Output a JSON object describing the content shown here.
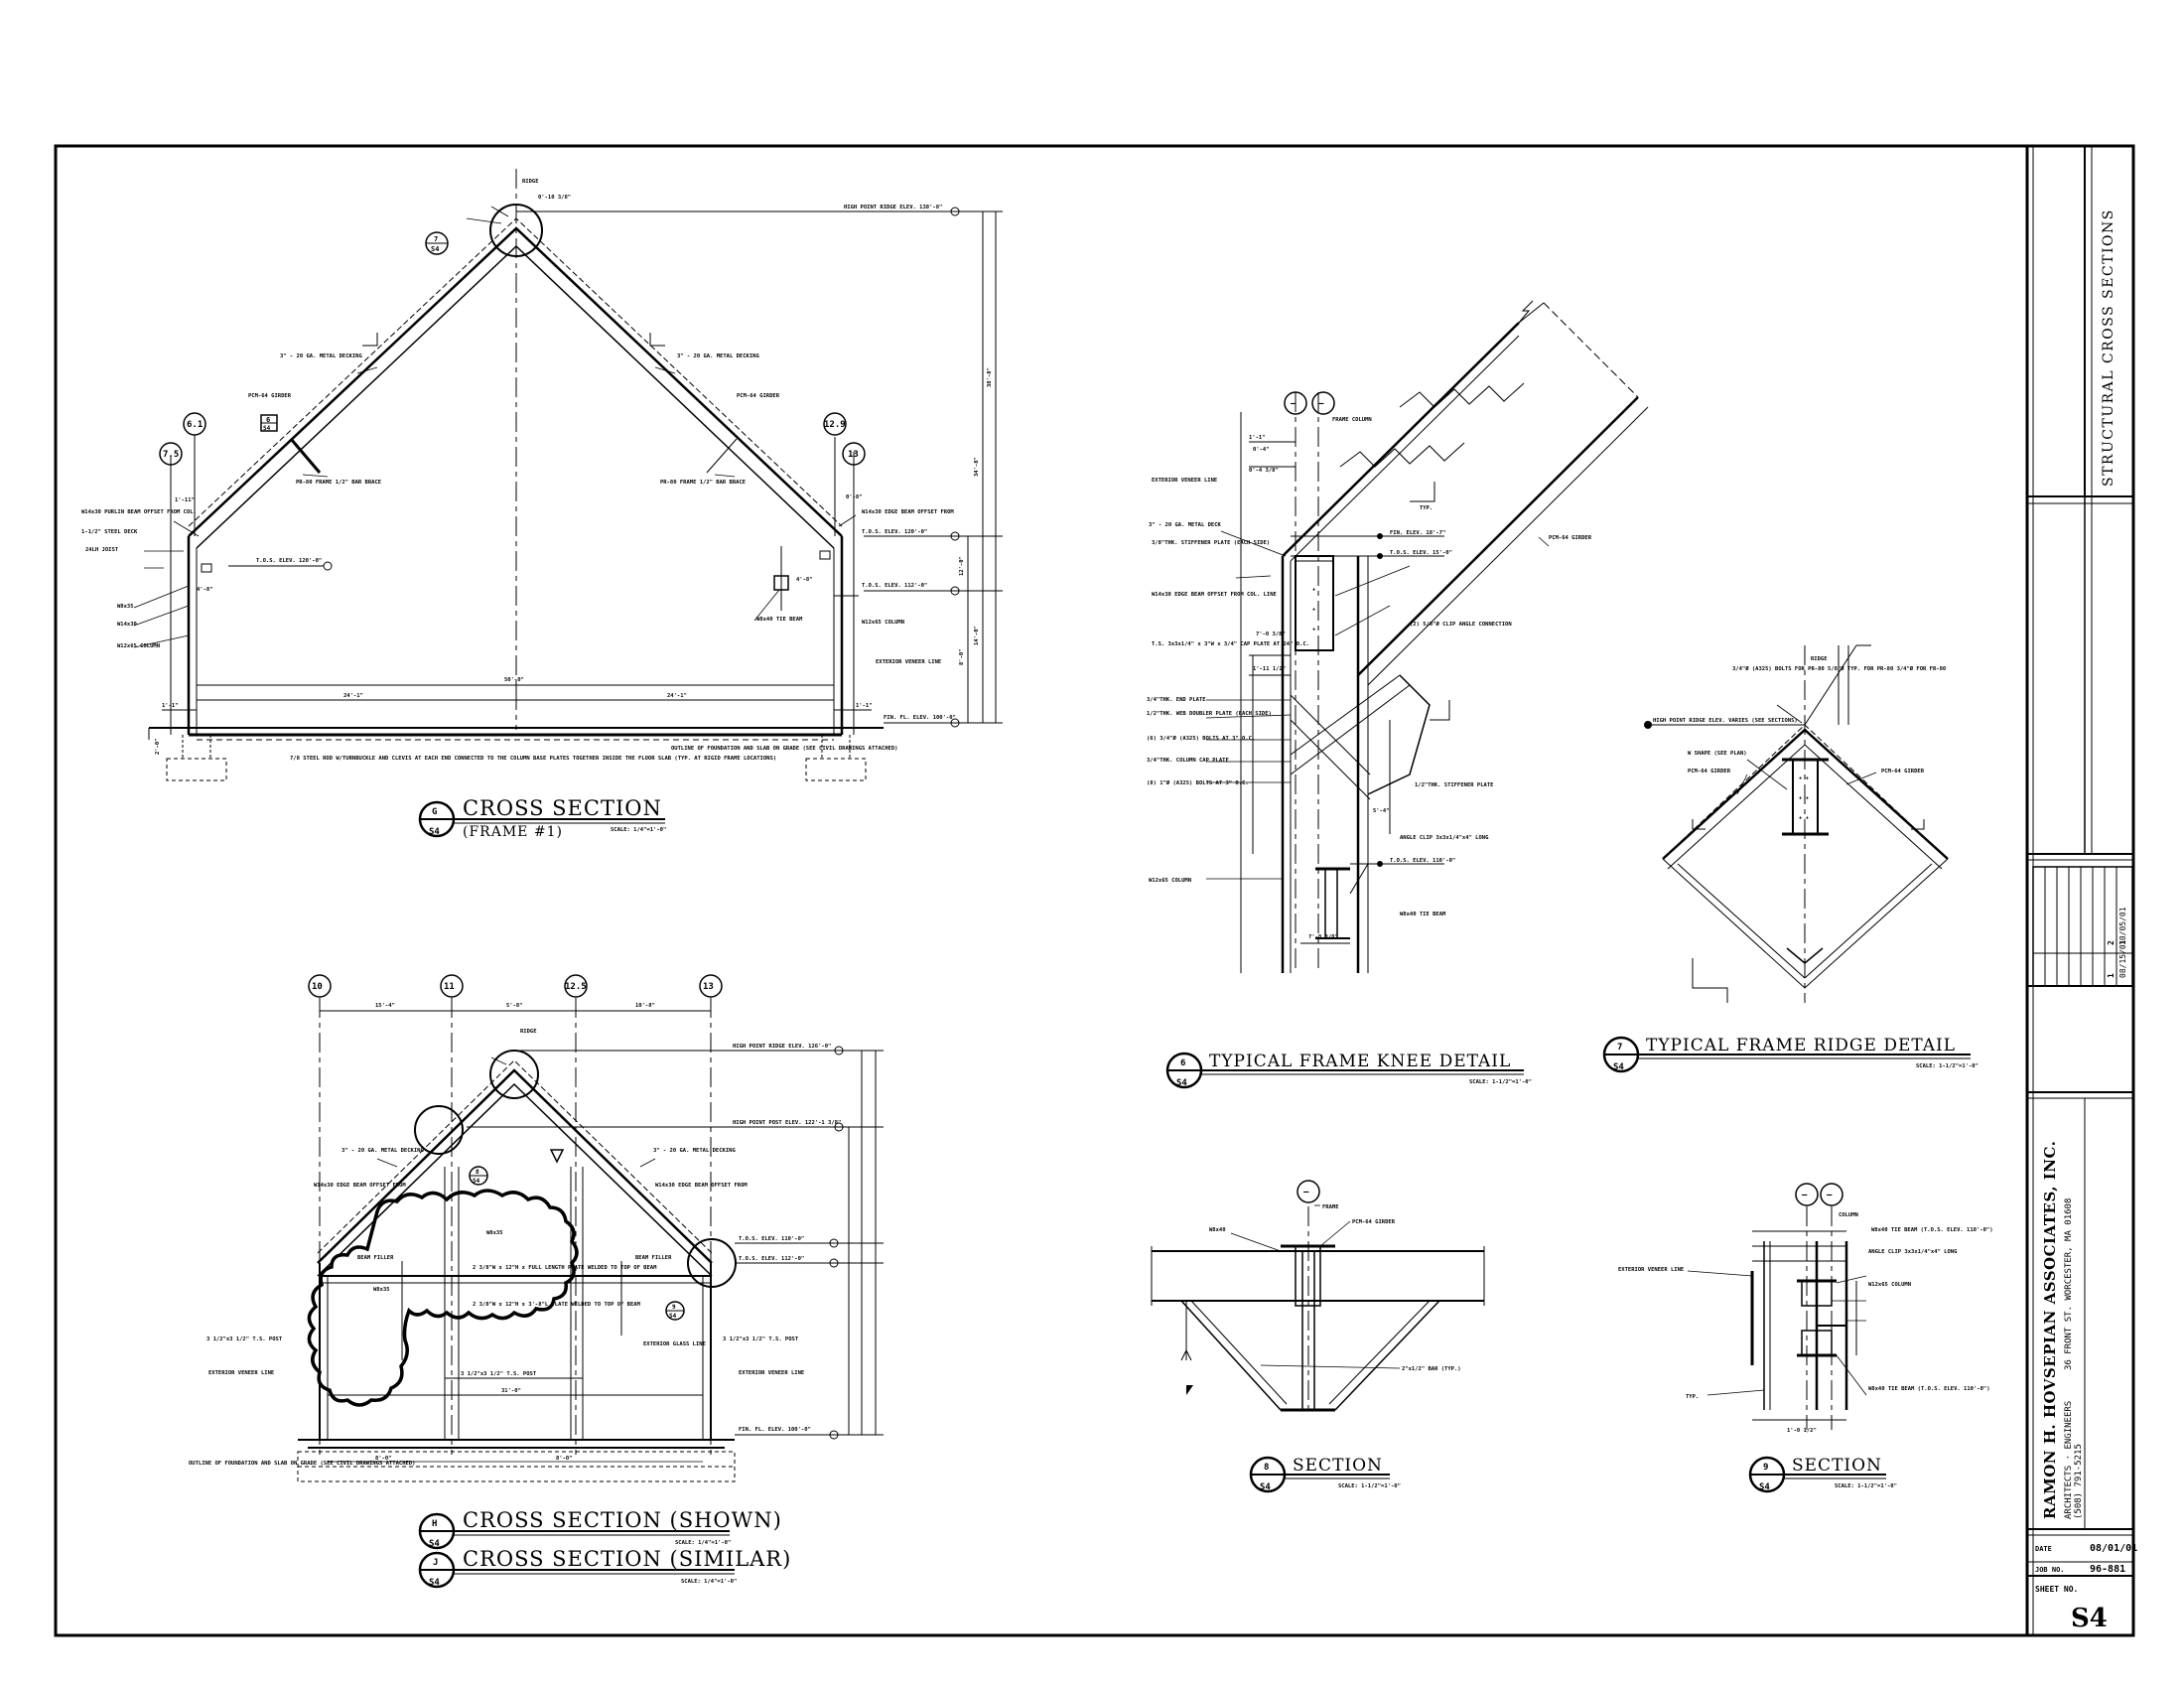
{
  "sheet": {
    "title": "STRUCTURAL CROSS SECTIONS",
    "sheet_no_label": "SHEET NO.",
    "sheet_no": "S4",
    "date_label": "DATE",
    "date": "08/01/01",
    "job_label": "JOB NO.",
    "job_no": "96-881",
    "firm": "RAMON H. HOVSEPIAN ASSOCIATES, INC.",
    "firm_services": "ARCHITECTS · ENGINEERS",
    "firm_address": "36 FRONT ST. WORCESTER, MA 01608",
    "firm_phone": "(508) 791-5215",
    "revisions": [
      {
        "no": "1",
        "date": "08/15/01"
      },
      {
        "no": "2",
        "date": "10/05/01"
      }
    ]
  },
  "details": {
    "g": {
      "tag": "G",
      "sheet": "S4",
      "title": "CROSS SECTION",
      "subtitle": "(FRAME #1)",
      "scale": "SCALE: 1/4\"=1'-0\""
    },
    "h": {
      "tag": "H",
      "sheet": "S4",
      "title": "CROSS SECTION (SHOWN)",
      "scale": "SCALE: 1/4\"=1'-0\""
    },
    "j": {
      "tag": "J",
      "sheet": "S4",
      "title": "CROSS SECTION (SIMILAR)",
      "scale": "SCALE: 1/4\"=1'-0\""
    },
    "d6": {
      "tag": "6",
      "sheet": "S4",
      "title": "TYPICAL FRAME KNEE DETAIL",
      "scale": "SCALE: 1-1/2\"=1'-0\""
    },
    "d7": {
      "tag": "7",
      "sheet": "S4",
      "title": "TYPICAL FRAME RIDGE DETAIL",
      "scale": "SCALE: 1-1/2\"=1'-0\""
    },
    "d8": {
      "tag": "8",
      "sheet": "S4",
      "title": "SECTION",
      "scale": "SCALE: 1-1/2\"=1'-0\""
    },
    "d9": {
      "tag": "9",
      "sheet": "S4",
      "title": "SECTION",
      "scale": "SCALE: 1-1/2\"=1'-0\""
    }
  },
  "notes": {
    "g_ridge": "RIDGE",
    "g_high_point": "HIGH POINT RIDGE ELEV. 138'-8\"",
    "g_tos1": "T.O.S. ELEV. 120'-0\"",
    "g_tos2": "T.O.S. ELEV. 120'-0\"",
    "g_tos3": "T.O.S. ELEV. 112'-0\"",
    "g_finfl": "FIN. FL. ELEV. 100'-0\"",
    "g_deck_l": "3\" - 20 GA. METAL DECKING",
    "g_deck_r": "3\" - 20 GA. METAL DECKING",
    "g_girder_l": "PCM-64 GIRDER",
    "g_girder_r": "PCM-64 GIRDER",
    "g_brace_l": "PR-80 FRAME 1/2\" BAR BRACE",
    "g_brace_r": "PR-80 FRAME 1/2\" BAR BRACE",
    "g_beam_l": "W14x30 PURLIN BEAM OFFSET FROM COL.",
    "g_steel_deck": "1-1/2\" STEEL DECK",
    "g_joist": "24LH JOIST",
    "g_w8": "W8x35",
    "g_w14": "W14x30",
    "g_col_l": "W12x65 COLUMN",
    "g_tie_beam": "W8x40 TIE BEAM",
    "g_col_r": "W12x65 COLUMN",
    "g_beam_r": "W14x30 EDGE BEAM OFFSET FROM",
    "g_ext_veneer": "EXTERIOR VENEER LINE",
    "g_rod": "7/8 STEEL ROD W/TURNBUCKLE AND CLEVIS AT EACH END CONNECTED TO THE COLUMN BASE PLATES TOGETHER INSIDE THE FLOOR SLAB (TYP. AT RIGID FRAME LOCATIONS)",
    "g_outline": "OUTLINE OF FOUNDATION AND SLAB ON GRADE (SEE CIVIL DRAWINGS ATTACHED)",
    "g_dim_total": "50'-0\"",
    "g_dim_half_l": "24'-1\"",
    "g_dim_half_r": "24'-1\"",
    "g_dim_side_l": "1'-1\"",
    "g_dim_side_r": "1'-1\"",
    "g_dim_h1": "38'-8\"",
    "g_dim_h2": "34'-8\"",
    "g_dim_h3": "12'-0\"",
    "g_dim_h4": "14'-0\"",
    "g_dim_h5": "8'-0\"",
    "g_dim_h6": "2'-0\"",
    "g_dim_top": "0'-10 3/8\"",
    "g_dim_left1": "1'-11\"",
    "g_dim_left2": "4'-8\"",
    "g_dim_right1": "0'-8\"",
    "g_dim_right2": "4'-8\"",
    "h_high_point": "HIGH POINT RIDGE ELEV. 126'-0\"",
    "h_high_post": "HIGH POINT POST ELEV. 122'-1 3/8\"",
    "h_tos1": "T.O.S. ELEV. 110'-0\"",
    "h_tos2": "T.O.S. ELEV. 112'-0\"",
    "h_finfl": "FIN. FL. ELEV. 100'-0\"",
    "h_ridge": "RIDGE",
    "h_deck_l": "3\" - 20 GA. METAL DECKING",
    "h_deck_r": "3\" - 20 GA. METAL DECKING",
    "h_beam_l": "W14x30 EDGE BEAM OFFSET FROM",
    "h_beam_r": "W14x30 EDGE BEAM OFFSET FROM",
    "h_beam_filler_l": "BEAM FILLER",
    "h_beam_filler_r": "BEAM FILLER",
    "h_w8": "W8x35",
    "h_w8_2": "W8x35",
    "h_plate1": "2 3/8\"W x 12\"H x FULL LENGTH PLATE WELDED TO TOP OF BEAM",
    "h_plate2": "2 3/8\"W x 12\"H x 3'-8\"L PLATE WELDED TO TOP OF BEAM",
    "h_post_l": "3 1/2\"x3 1/2\" T.S. POST",
    "h_post_r": "3 1/2\"x3 1/2\" T.S. POST",
    "h_post_c": "3 1/2\"x3 1/2\" T.S. POST",
    "h_ext_l": "EXTERIOR VENEER LINE",
    "h_ext_r": "EXTERIOR VENEER LINE",
    "h_ext_glass": "EXTERIOR GLASS LINE",
    "h_outline": "OUTLINE OF FOUNDATION AND SLAB ON GRADE (SEE CIVIL DRAWINGS ATTACHED)",
    "h_dim_a": "15'-4\"",
    "h_dim_b": "5'-8\"",
    "h_dim_c": "10'-8\"",
    "h_dim_total": "31'-0\"",
    "h_dim_d": "8'-0\"",
    "h_dim_e": "8'-0\"",
    "d6_ext": "EXTERIOR VENEER LINE",
    "d6_deck": "3\" - 20 GA. METAL DECK",
    "d6_stiffener": "3/8\"THK. STIFFENER PLATE (EACH SIDE)",
    "d6_fin": "FIN. ELEV. 18'-7\"",
    "d6_tos": "T.O.S. ELEV. 15'-0\"",
    "d6_girder": "PCM-64 GIRDER",
    "d6_beam": "W14x30 EDGE BEAM OFFSET FROM COL. LINE",
    "d6_cap": "T.S. 3x3x1/4\" x 3\"W x 3/4\" CAP PLATE AT 24\" O.C.",
    "d6_end": "3/4\"THK. END PLATE",
    "d6_doubler": "1/2\"THK. WEB DOUBLER PLATE (EACH SIDE)",
    "d6_bolts1": "(6) 3/4\"Ø (A325) BOLTS AT 3\" O.C.",
    "d6_colcap": "3/4\"THK. COLUMN CAP PLATE",
    "d6_bolts2": "(8) 1\"Ø (A325) BOLTS AT 3\" O.C.",
    "d6_stiff2": "1/2\"THK. STIFFENER PLATE",
    "d6_angle": "ANGLE CLIP 3x3x1/4\"x4\" LONG",
    "d6_tos2": "T.O.S. ELEV. 110'-0\"",
    "d6_col": "W12x65 COLUMN",
    "d6_tie": "W8x40 TIE BEAM",
    "d6_clip": "(2) 5/8\"Ø CLIP ANGLE CONNECTION",
    "d6_dim_a": "1'-1\"",
    "d6_dim_b": "0'-4\"",
    "d6_dim_c": "0'-4 3/8\"",
    "d6_dim_d": "7'-0 3/8\"",
    "d6_dim_e": "1'-11 1/2\"",
    "d6_dim_f": "5'-4\"",
    "d6_frame_col": "FRAME COLUMN",
    "d6_typ": "TYP.",
    "d7_ridge": "RIDGE",
    "d7_high": "HIGH POINT RIDGE ELEV. VARIES (SEE SECTIONS)",
    "d7_w": "W SHAPE (SEE PLAN)",
    "d7_girder_l": "PCM-64 GIRDER",
    "d7_girder_r": "PCM-64 GIRDER",
    "d7_bolts": "3/4\"Ø (A325) BOLTS FOR PR-80 5/8\"Ø TYP. FOR PR-80 3/4\"Ø FOR FR-80",
    "d8_frame": "FRAME",
    "d8_girder": "PCM-64 GIRDER",
    "d8_w": "W8x40",
    "d8_bar": "2\"x1/2\" BAR (TYP.)",
    "d9_column": "COLUMN",
    "d9_ext": "EXTERIOR VENEER LINE",
    "d9_tie1": "W8x40 TIE BEAM (T.O.S. ELEV. 110'-0\")",
    "d9_angle": "ANGLE CLIP 3x3x1/4\"x4\" LONG",
    "d9_col": "W12x65 COLUMN",
    "d9_tie2": "W8x40 TIE BEAM (T.O.S. ELEV. 110'-0\")",
    "d9_typ": "TYP.",
    "d9_dim": "1'-0 1/2\""
  },
  "grid_bubbles": {
    "g": [
      "6.1",
      "7.5",
      "12.9",
      "13"
    ],
    "h": [
      "10",
      "11",
      "12.5",
      "13"
    ],
    "knee": [
      "—",
      "—"
    ],
    "d8": [
      "—"
    ],
    "d9": [
      "—",
      "—"
    ]
  },
  "callouts": {
    "g_ridge_ref": [
      "7",
      "S4"
    ],
    "g_knee_ref": [
      "6",
      "S4"
    ],
    "h_ref1": [
      "8",
      "S4"
    ],
    "h_ref2": [
      "9",
      "S4"
    ]
  }
}
